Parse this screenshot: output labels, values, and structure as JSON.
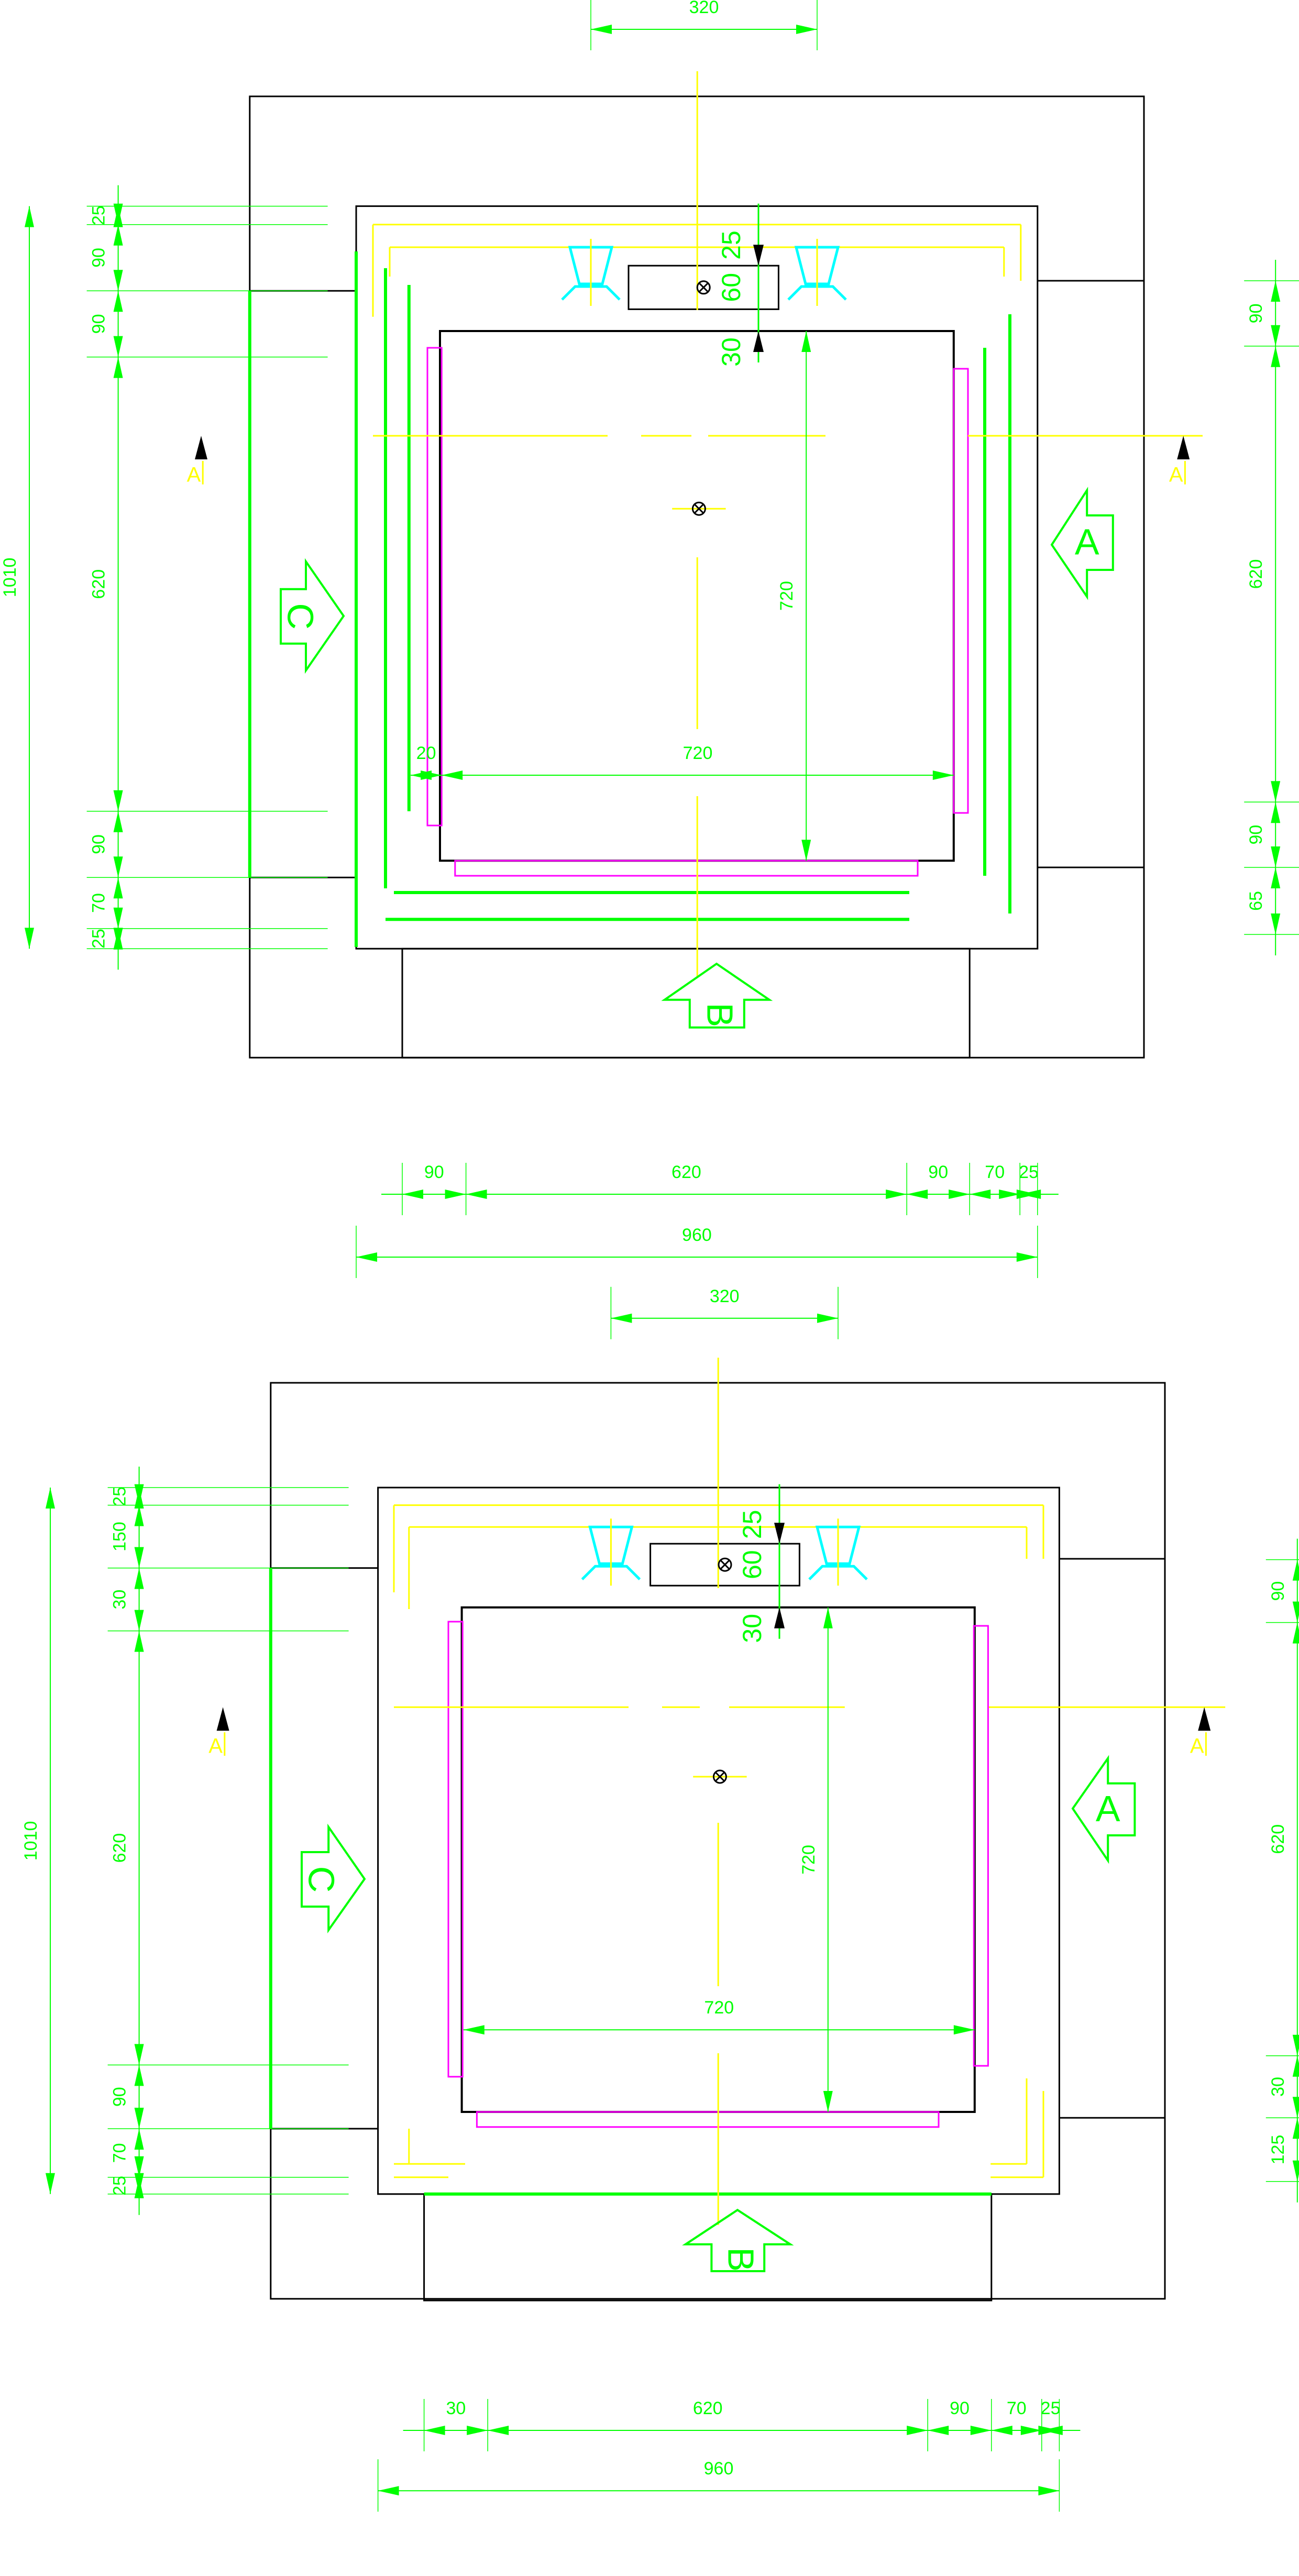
{
  "colors": {
    "dim": "#00ff00",
    "axis": "#ffff00",
    "car": "#ff00ff",
    "pulley": "#00ffff",
    "wall": "#000000"
  },
  "plans": [
    {
      "top_width": "320",
      "left_chain": [
        "25",
        "90",
        "90",
        "620",
        "90",
        "70",
        "25"
      ],
      "left_total": "1010",
      "right_chain": [
        "90",
        "620",
        "90",
        "65"
      ],
      "bottom_chain": [
        "90",
        "620",
        "90",
        "70",
        "25"
      ],
      "bottom_total": "960",
      "car_width": "720",
      "car_depth": "720",
      "gap": "20",
      "cw_dims": [
        "25",
        "60",
        "30"
      ],
      "arrows": {
        "a": "A",
        "b": "B",
        "c": "C"
      },
      "section": [
        "A",
        "A"
      ]
    },
    {
      "top_width": "320",
      "left_chain": [
        "25",
        "150",
        "30",
        "620",
        "90",
        "70",
        "25"
      ],
      "left_total": "1010",
      "right_chain": [
        "90",
        "620",
        "30",
        "125"
      ],
      "bottom_chain": [
        "30",
        "620",
        "90",
        "70",
        "25"
      ],
      "bottom_total": "960",
      "car_width": "720",
      "car_depth": "720",
      "cw_dims": [
        "25",
        "60",
        "30"
      ],
      "arrows": {
        "a": "A",
        "b": "B",
        "c": "C"
      },
      "section": [
        "A",
        "A"
      ]
    }
  ]
}
